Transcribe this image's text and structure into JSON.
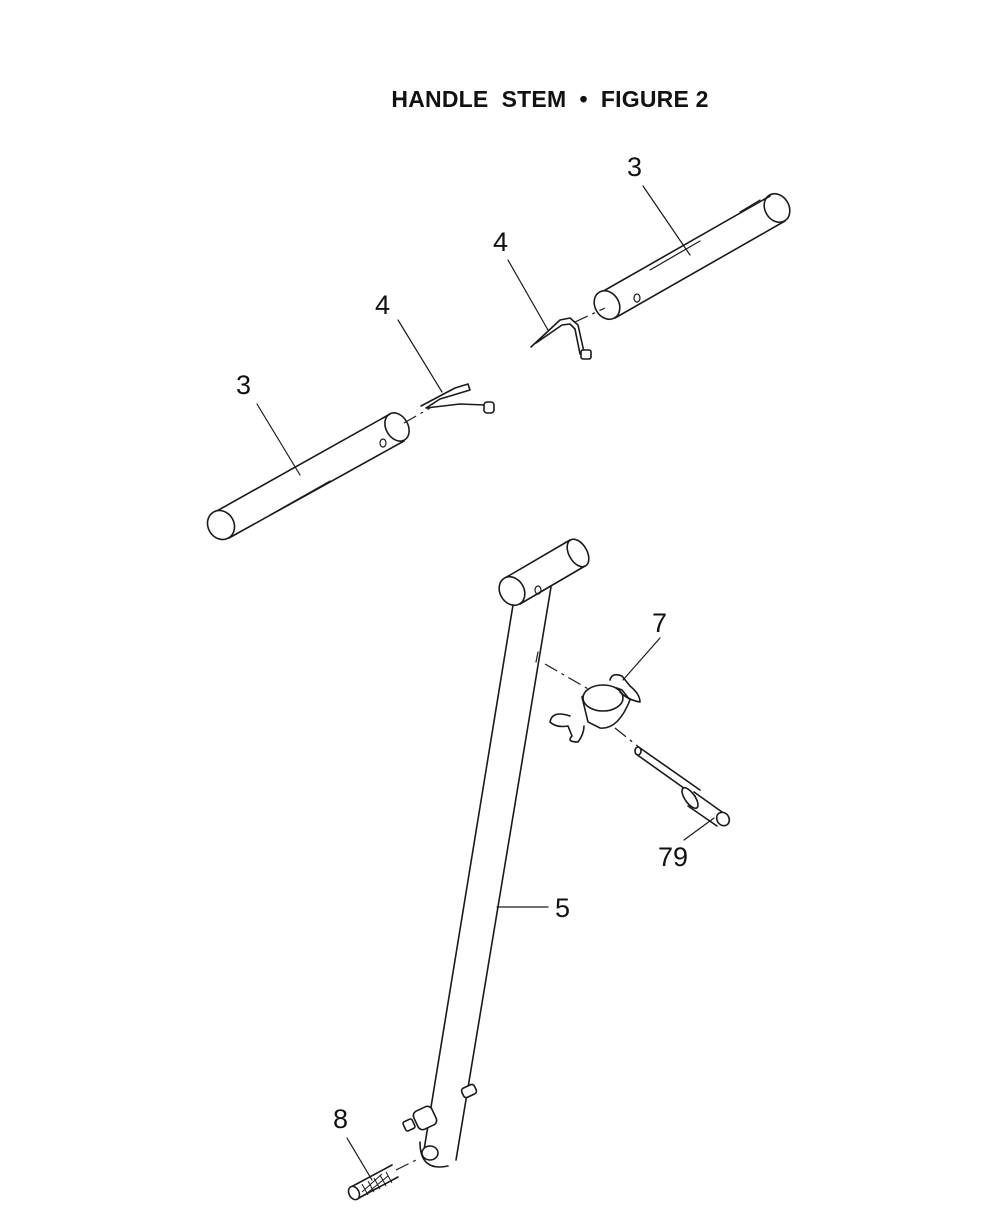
{
  "title": "HANDLE  STEM  •  FIGURE 2",
  "callouts": {
    "c3_upper": "3",
    "c3_lower": "3",
    "c4_upper": "4",
    "c4_lower": "4",
    "c5": "5",
    "c7": "7",
    "c79": "79",
    "c8": "8"
  }
}
